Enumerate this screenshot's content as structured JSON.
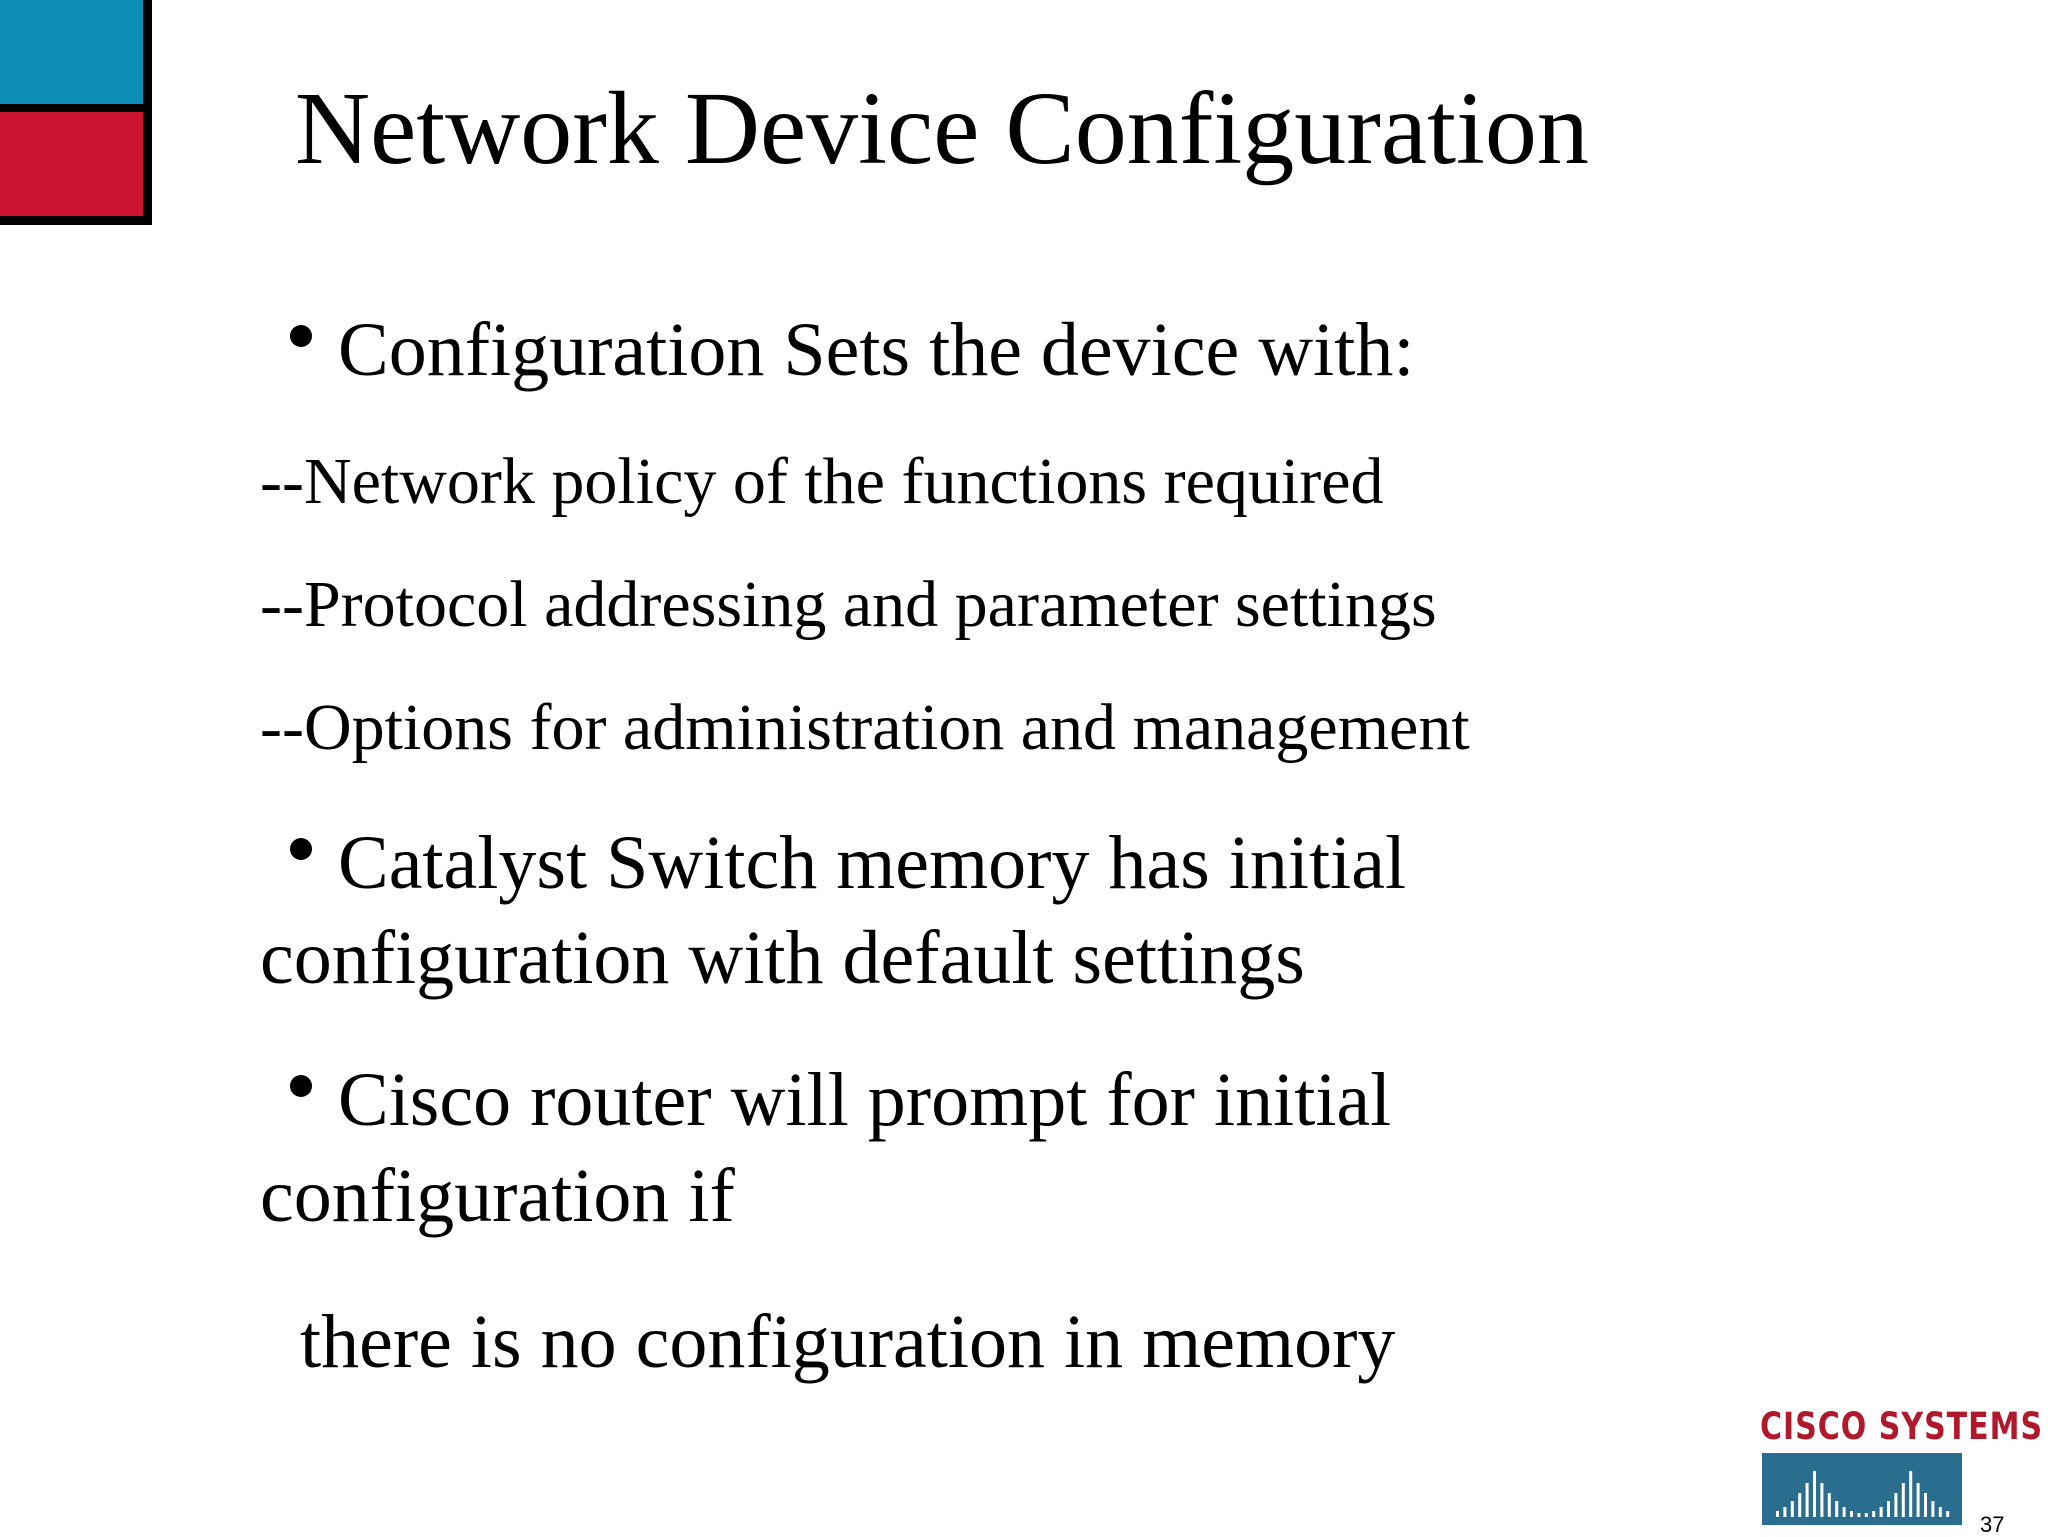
{
  "colors": {
    "corner_blue": "#0b8fb6",
    "corner_red": "#cc1330",
    "logo_red": "#b0182c",
    "logo_blue": "#2a6d8f"
  },
  "slide": {
    "title": "Network Device Configuration",
    "lines": [
      "Configuration Sets the device with:",
      "--Network policy of the functions required",
      "--Protocol addressing and  parameter settings",
      "--Options for administration and management",
      "Catalyst Switch  memory has initial",
      "configuration with default settings",
      "Cisco router will prompt for initial",
      "configuration if",
      "there is no configuration in memory"
    ],
    "page_number": "37"
  },
  "logo": {
    "text": "CISCO SYSTEMS",
    "icon": "cisco-bridge-logo"
  }
}
